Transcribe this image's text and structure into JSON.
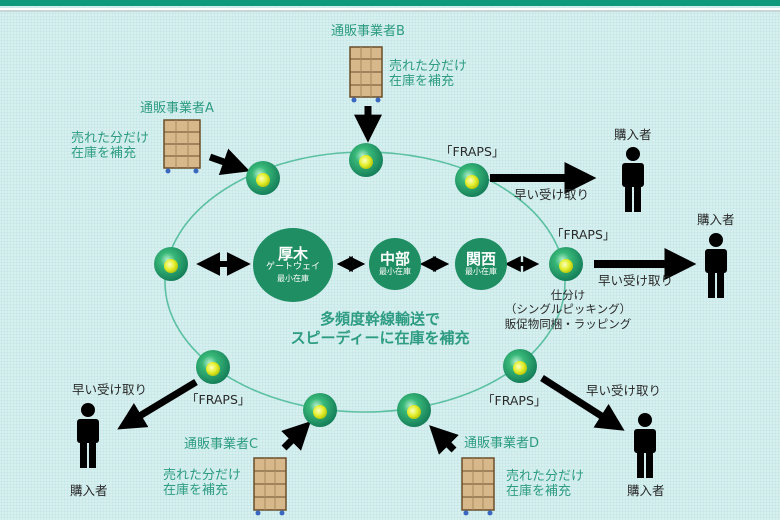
{
  "colors": {
    "background": "#d7f0ef",
    "accent_green": "#2e9c82",
    "hub_green": "#1f8e63",
    "node_yellow": "#e6f03a",
    "arrow": "#000000"
  },
  "hubs": [
    {
      "name": "厚木",
      "sub": "ゲートウェイ",
      "stock": "最小在庫"
    },
    {
      "name": "中部",
      "stock": "最小在庫"
    },
    {
      "name": "関西",
      "stock": "最小在庫"
    }
  ],
  "center_caption": {
    "line1": "多頻度幹線輸送で",
    "line2": "スピーディーに在庫を補充"
  },
  "merchants": [
    {
      "label": "通販事業者A",
      "note1": "売れた分だけ",
      "note2": "在庫を補充"
    },
    {
      "label": "通販事業者B",
      "note1": "売れた分だけ",
      "note2": "在庫を補充"
    },
    {
      "label": "通販事業者C",
      "note1": "売れた分だけ",
      "note2": "在庫を補充"
    },
    {
      "label": "通販事業者D",
      "note1": "売れた分だけ",
      "note2": "在庫を補充"
    }
  ],
  "fraps_label": "「FRAPS」",
  "buyer_label": "購入者",
  "pickup_label": "早い受け取り",
  "sorting": {
    "line1": "仕分け",
    "line2": "（シングルピッキング）",
    "line3": "販促物同梱・ラッピング"
  }
}
